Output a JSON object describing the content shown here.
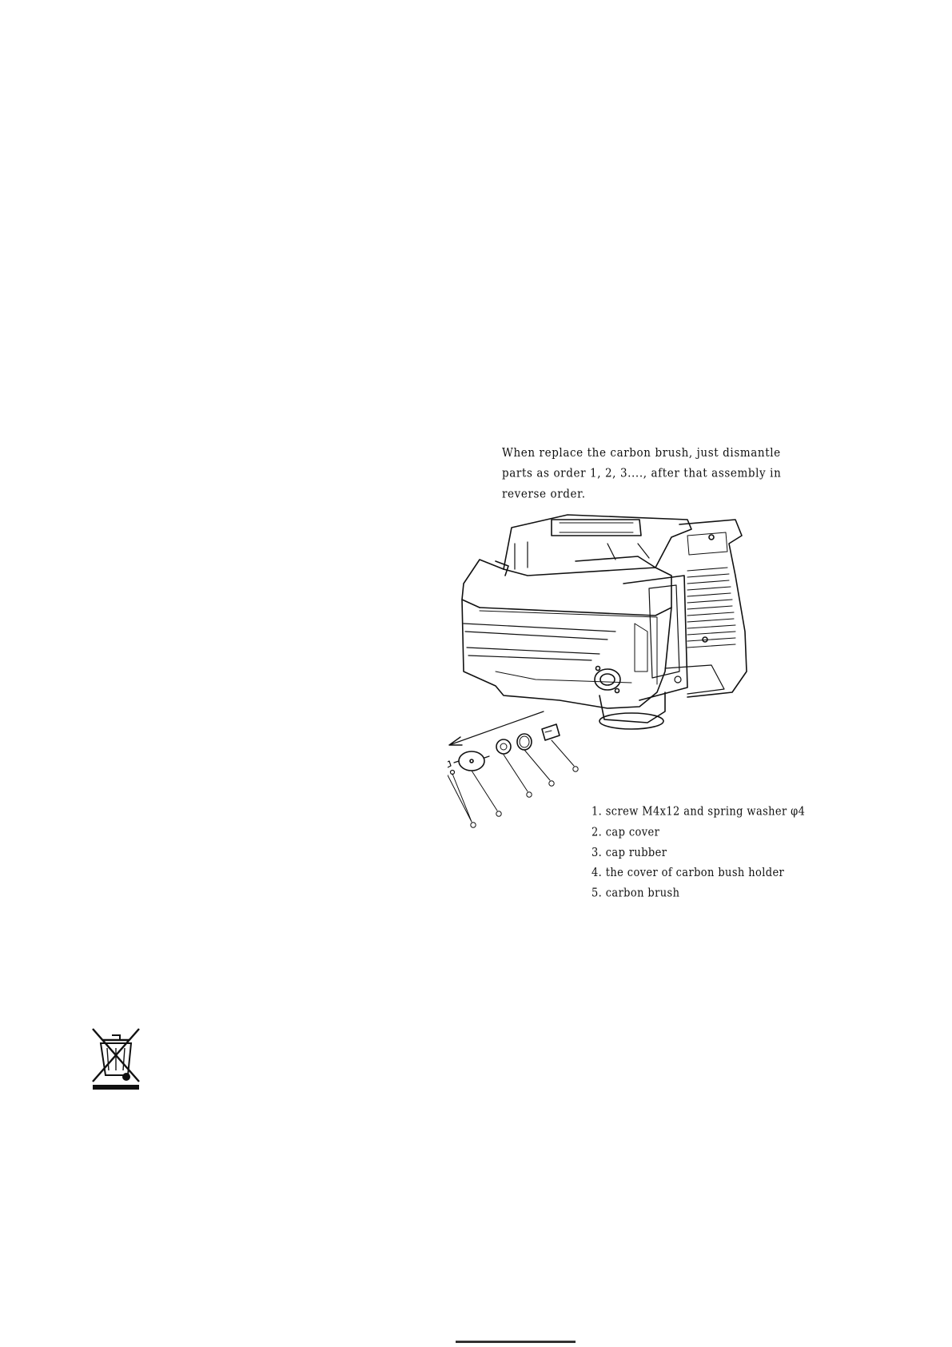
{
  "instructions": {
    "lines": [
      "When replace the carbon brush, just dismantle",
      "parts as order 1, 2, 3...., after that assembly in",
      "reverse order."
    ]
  },
  "parts": [
    "1.  screw M4x12 and spring washer  φ4",
    "2.  cap cover",
    "3.  cap rubber",
    "4.  the cover of carbon bush holder",
    "5.  carbon brush"
  ],
  "drawing": {
    "icon": "exploded-hammer-drill-diagram"
  },
  "weee": {
    "icon": "crossed-out-wheelie-bin-icon"
  }
}
